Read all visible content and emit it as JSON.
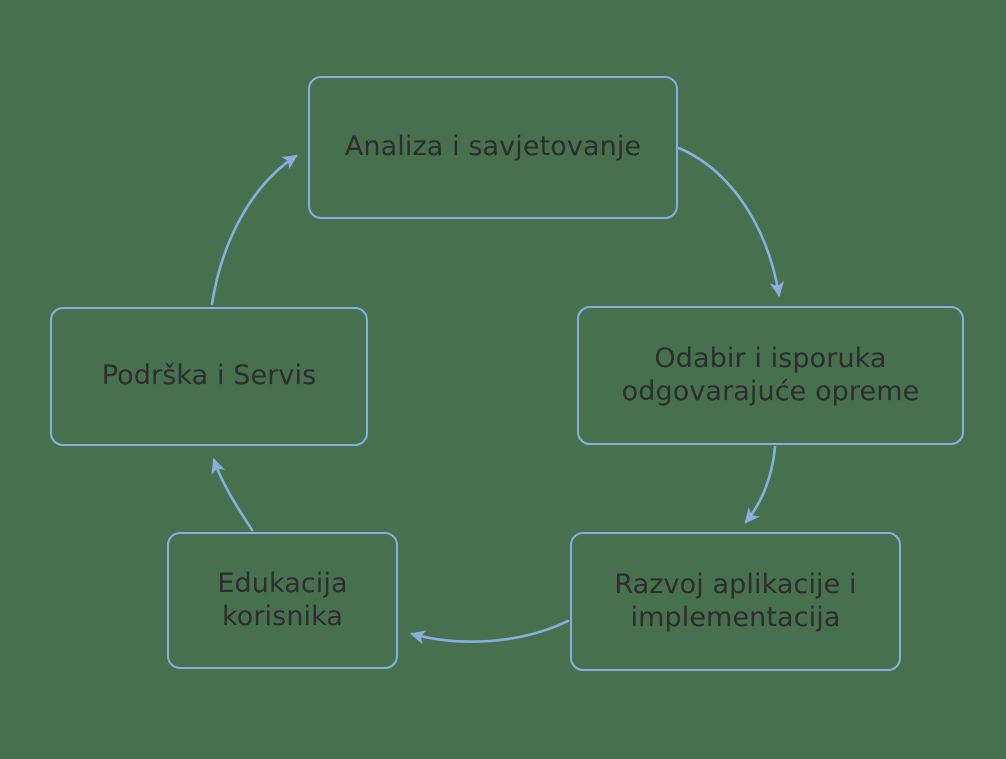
{
  "diagram": {
    "type": "cycle-flow",
    "language": "hr",
    "background_color": "#47704f",
    "node_border_color": "#88afdf",
    "node_text_color": "#2d2d2d",
    "arrow_color": "#88afdf",
    "nodes": [
      {
        "id": "analiza",
        "label": "Analiza i savjetovanje"
      },
      {
        "id": "odabir",
        "label": "Odabir i isporuka\nodgovarajuće opreme"
      },
      {
        "id": "razvoj",
        "label": "Razvoj aplikacije i\nimplementacija"
      },
      {
        "id": "edukacija",
        "label": "Edukacija\nkorisnika"
      },
      {
        "id": "podrska",
        "label": "Podrška i Servis"
      }
    ],
    "arrows": [
      {
        "from": "analiza",
        "to": "odabir",
        "direction": "down-right"
      },
      {
        "from": "odabir",
        "to": "razvoj",
        "direction": "down"
      },
      {
        "from": "razvoj",
        "to": "edukacija",
        "direction": "left"
      },
      {
        "from": "edukacija",
        "to": "podrska",
        "direction": "up"
      },
      {
        "from": "podrska",
        "to": "analiza",
        "direction": "up-right"
      }
    ]
  }
}
